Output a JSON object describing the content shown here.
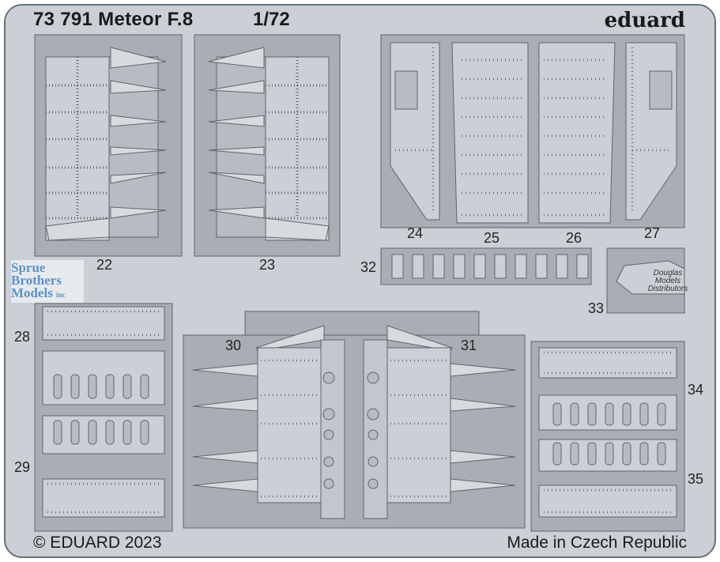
{
  "header": {
    "title": "73 791 Meteor F.8",
    "scale": "1/72",
    "brand": "eduard"
  },
  "footer": {
    "copyright": "© EDUARD 2023",
    "origin": "Made in Czech Republic"
  },
  "watermark": {
    "line1": "Sprue",
    "line2": "Brothers",
    "line3": "Models",
    "suffix": "inc"
  },
  "distributor_stamp": {
    "line1": "Douglas",
    "line2": "Models",
    "line3": "Distributors"
  },
  "part_numbers": {
    "p22": "22",
    "p23": "23",
    "p24": "24",
    "p25": "25",
    "p26": "26",
    "p27": "27",
    "p28": "28",
    "p29": "29",
    "p30": "30",
    "p31": "31",
    "p32": "32",
    "p33": "33",
    "p34": "34",
    "p35": "35"
  },
  "colors": {
    "fret_frame": "#ffffff",
    "fret_metal": "#cbd0d6",
    "part_dark": "#a9aeb4",
    "part_edge": "#5f646a",
    "etched_panel": "#c5cad0",
    "rivet": "#6a6f75",
    "watermark_blue": "#5d92c9"
  }
}
